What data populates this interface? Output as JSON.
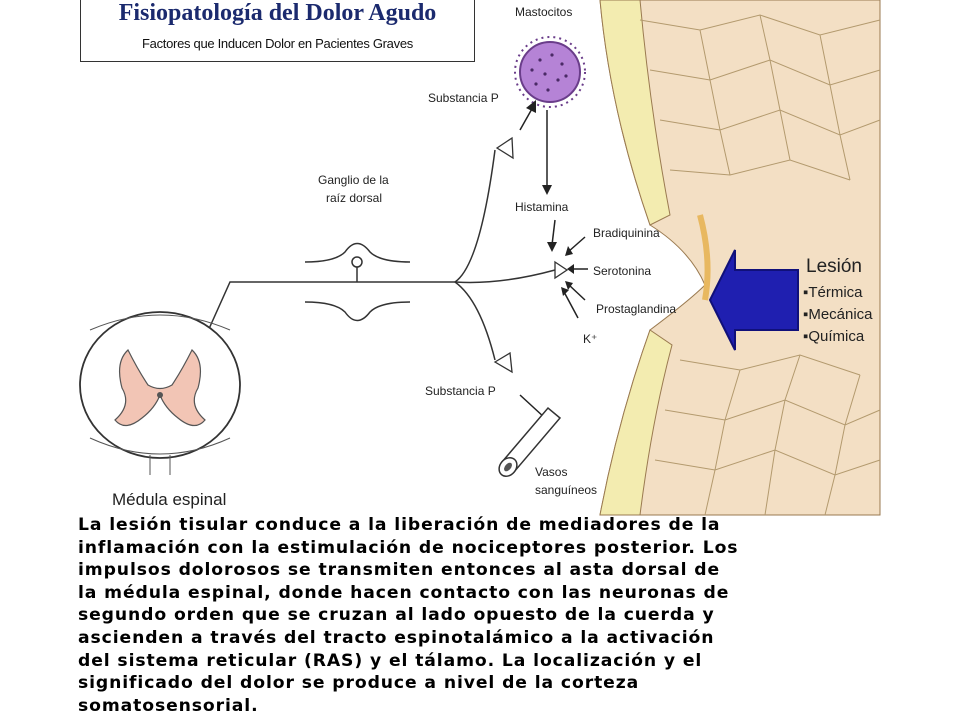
{
  "title": "Fisiopatología del Dolor Agudo",
  "subtitle": "Factores que Inducen Dolor en Pacientes Graves",
  "labels": {
    "mastocitos": "Mastocitos",
    "substancia_p_top": "Substancia P",
    "ganglio_line1": "Ganglio de la",
    "ganglio_line2": "raíz dorsal",
    "histamina": "Histamina",
    "bradiquinina": "Bradiquinina",
    "serotonina": "Serotonina",
    "prostaglandina": "Prostaglandina",
    "k_plus": "K⁺",
    "substancia_p_bottom": "Substancia P",
    "vasos_line1": "Vasos",
    "vasos_line2": "sanguíneos",
    "medula": "Médula espinal"
  },
  "lesion": {
    "heading": "Lesión",
    "items": [
      "▪Térmica",
      "▪Mecánica",
      "▪Química"
    ]
  },
  "colors": {
    "title": "#1b2a6e",
    "arrow": "#1f1fb0",
    "mast_cell": "#b583d6",
    "tissue_yellow": "#f3ecb0",
    "tissue_beige": "#f3dfc4",
    "gray_matter": "#f2c5b5"
  },
  "caption_lines": [
    "La lesión tisular conduce a la liberación de mediadores de la",
    "inflamación con la estimulación de nociceptores posterior. Los",
    "impulsos dolorosos se transmiten entonces al asta dorsal de",
    "la médula espinal, donde hacen contacto con las neuronas de",
    "segundo orden que se cruzan al lado opuesto de la cuerda y",
    "ascienden a través del tracto espinotalámico a la activación",
    "del sistema reticular (RAS) y el tálamo. La localización y el",
    "significado del dolor se produce a nivel de la corteza",
    "somatosensorial."
  ]
}
